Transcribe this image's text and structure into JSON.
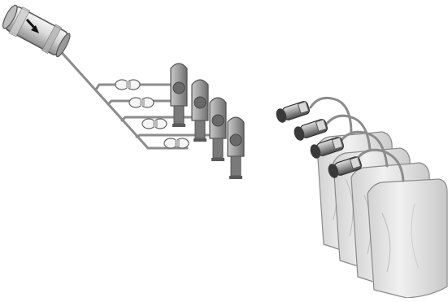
{
  "diagram": {
    "colors": {
      "pipe": "#8c8c8c",
      "metal_light": "#e6e6e6",
      "metal_mid": "#a8a8a8",
      "metal_dark": "#5e5e5e",
      "nozzle_dark": "#3a3a3a",
      "bag_fill": "#ebebeb",
      "bag_shade": "#cfcfcf",
      "arrow": "#111111"
    },
    "components": {
      "supply_tank": "cylindrical-supply-tank",
      "flow_arrow": "arrow-icon",
      "distribution_pipe": "branching-supply-pipe",
      "valves": 4,
      "filling_stations": 4,
      "filling_nozzles": 4,
      "bags": 4
    }
  }
}
